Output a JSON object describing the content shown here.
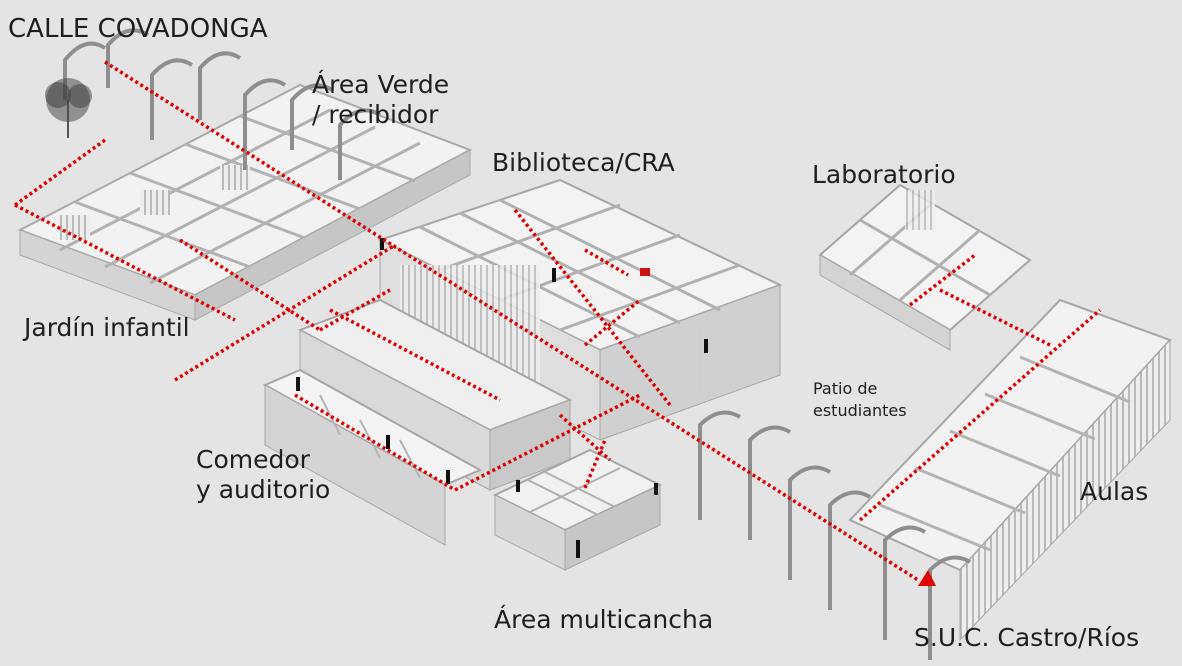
{
  "labels": {
    "calle_covadonga": "CALLE COVADONGA",
    "area_verde_1": "Área  Verde",
    "area_verde_2": "/ recibidor",
    "biblioteca": "Biblioteca/CRA",
    "laboratorio": "Laboratorio",
    "jardin": "Jardín infantil",
    "patio_1": "Patio de",
    "patio_2": "estudiantes",
    "comedor_1": "Comedor",
    "comedor_2": "y auditorio",
    "aulas": "Aulas",
    "multicancha": "Área multicancha",
    "suc": "S.U.C. Castro/Ríos"
  },
  "colors": {
    "background": "#e4e4e4",
    "building_light": "#f4f4f4",
    "building_mid": "#d6d6d6",
    "building_dark": "#a9a9a9",
    "route": "#e00000",
    "text": "#1e1e1e"
  }
}
